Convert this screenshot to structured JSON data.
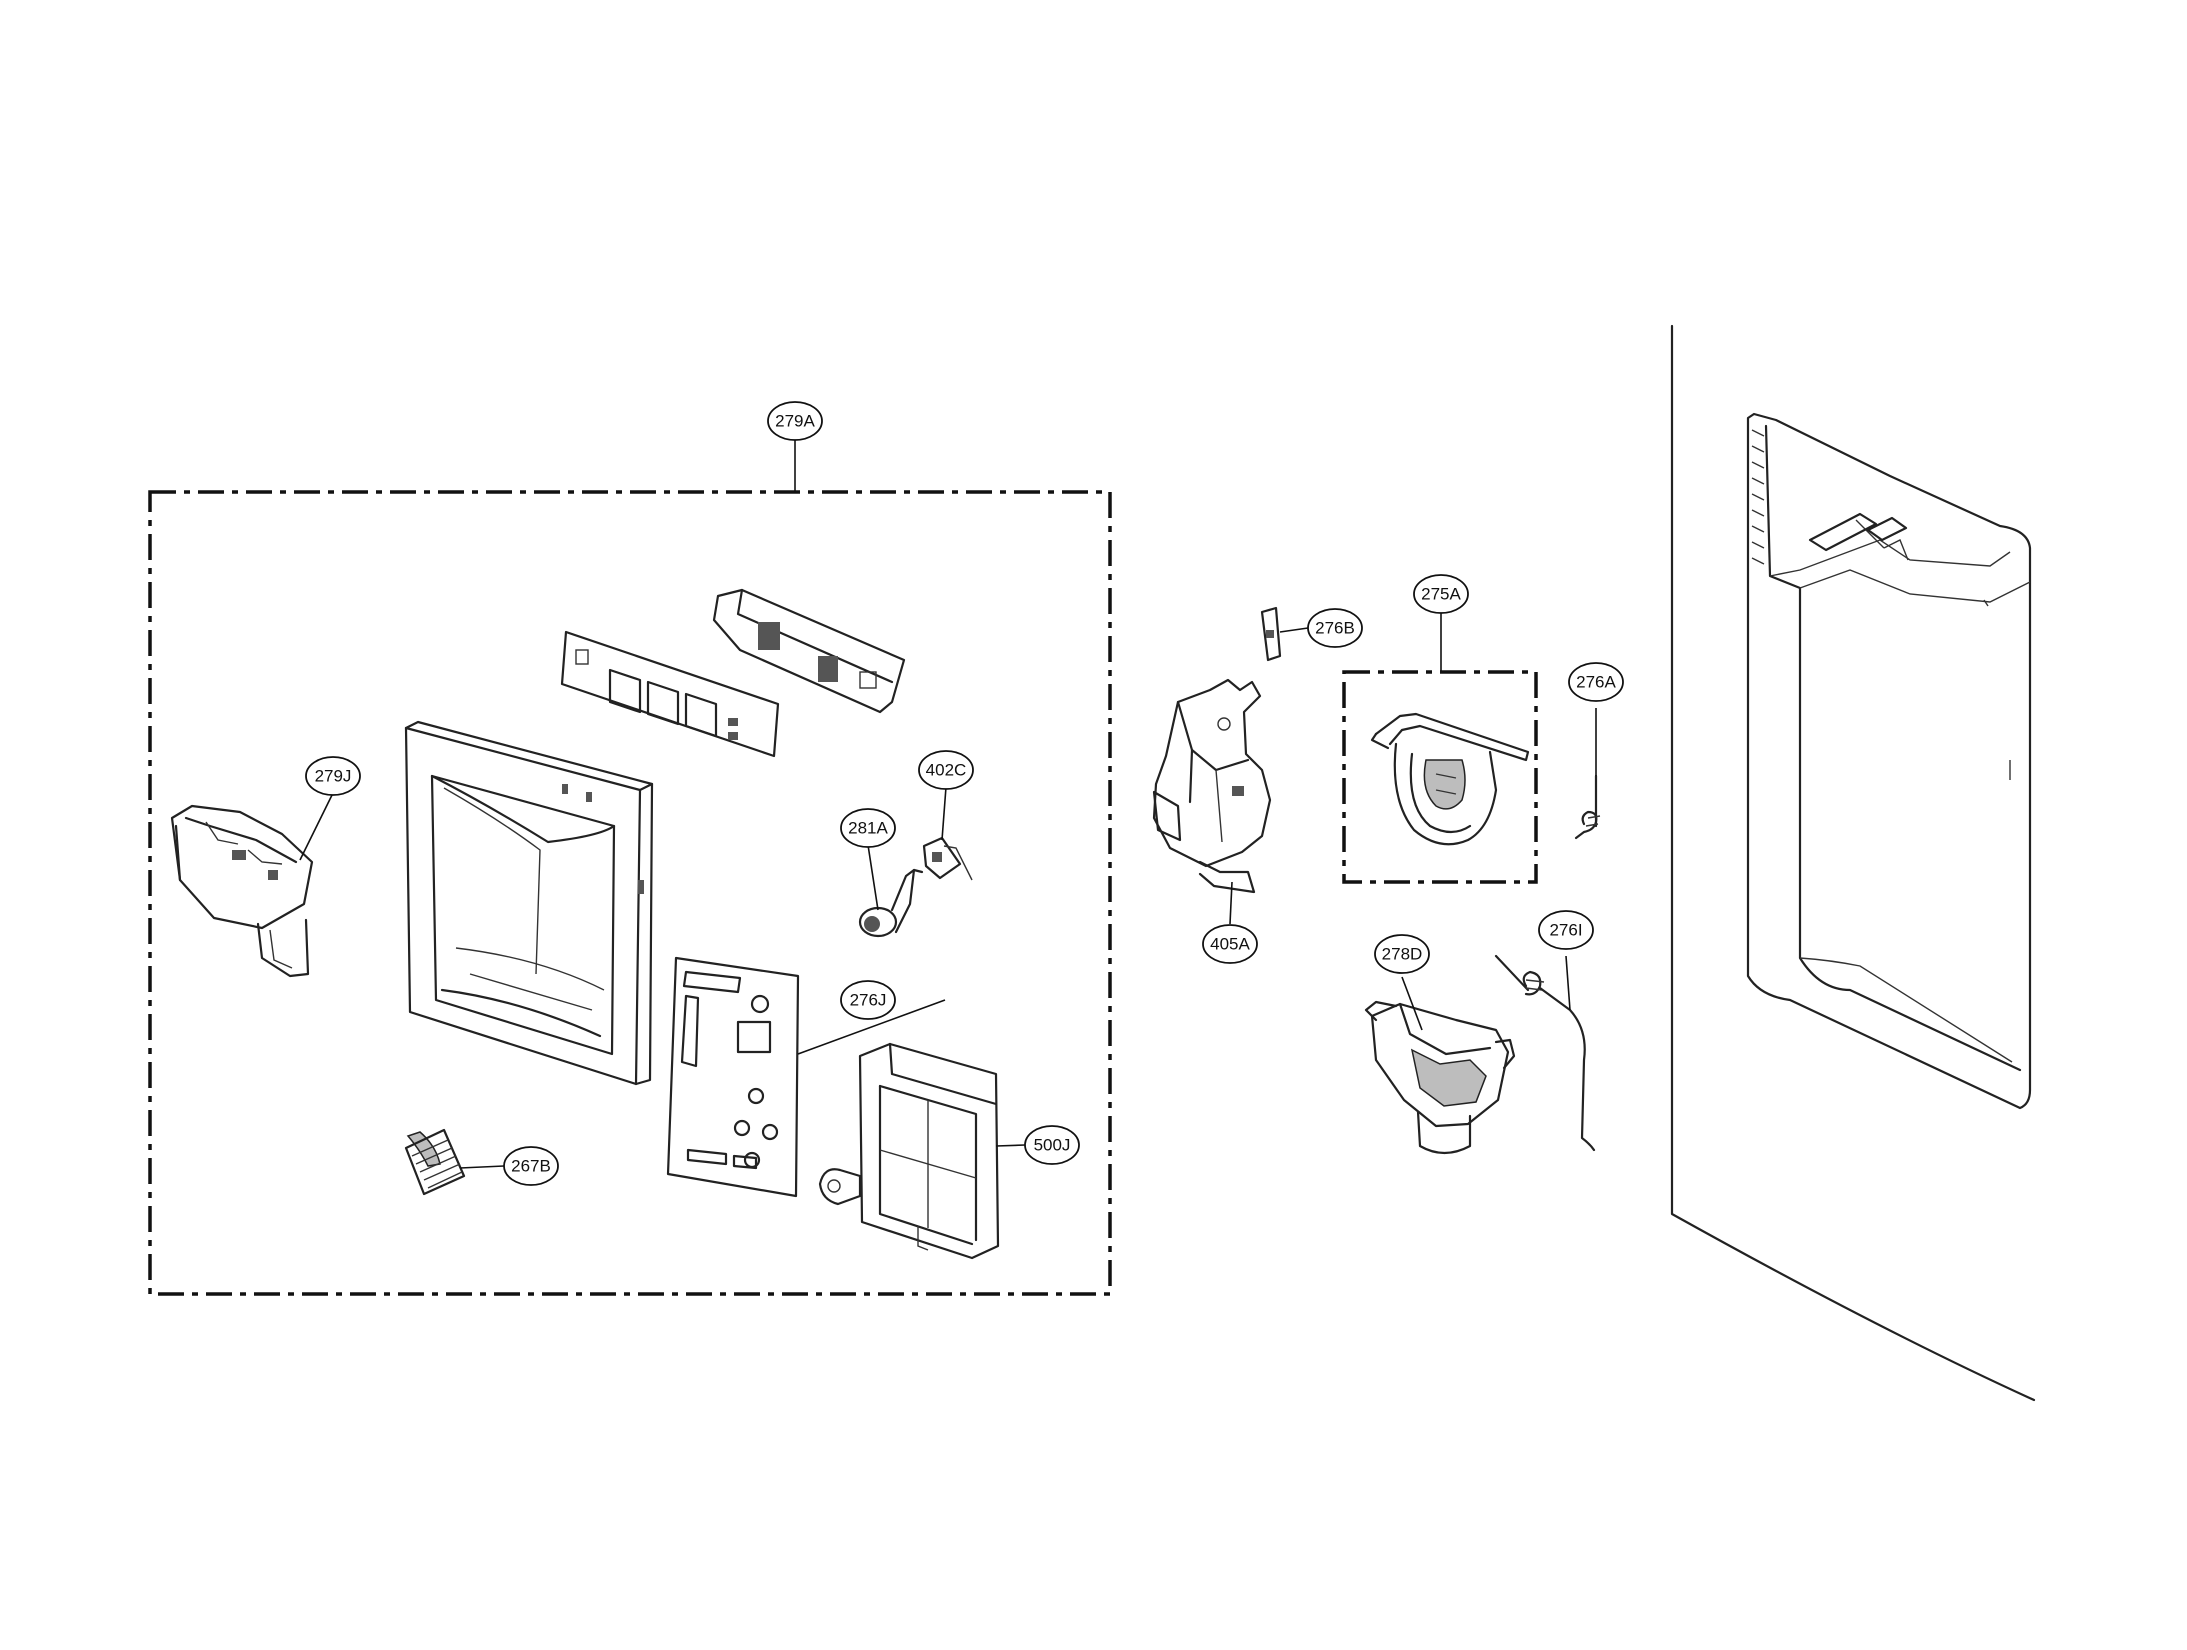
{
  "callouts": {
    "c279A": "279A",
    "c279J": "279J",
    "c281A": "281A",
    "c402C": "402C",
    "c276J": "276J",
    "c267B": "267B",
    "c500J": "500J",
    "c276B": "276B",
    "c275A": "275A",
    "c276A": "276A",
    "c405A": "405A",
    "c278D": "278D",
    "c276I": "276I"
  }
}
